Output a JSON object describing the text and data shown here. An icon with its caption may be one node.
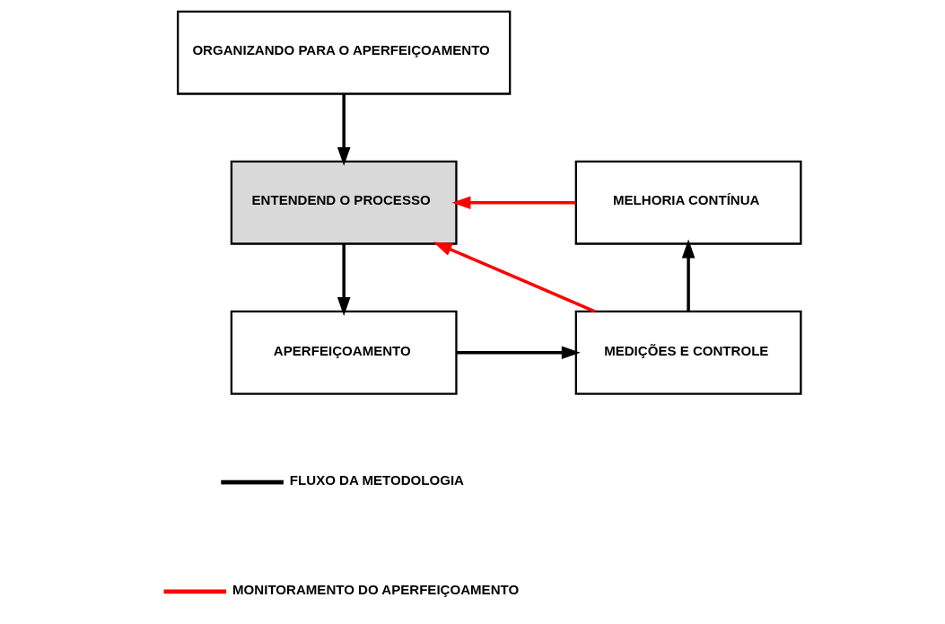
{
  "diagram": {
    "nodes": [
      {
        "text": [
          "ORGANIZANDO PARA O APERFEIÇOAMENTO"
        ]
      },
      {
        "text": [
          "ENTENDEND O PROCESSO"
        ]
      },
      {
        "text": [
          "MELHORIA CONTÍNUA"
        ]
      },
      {
        "text": [
          "APERFEIÇOAMENTO"
        ]
      },
      {
        "text": [
          "MEDIÇÕES E CONTROLE"
        ]
      }
    ],
    "edges": [
      {
        "from": 0,
        "to": 1,
        "arrow": "to"
      },
      {
        "from": 2,
        "to": 1,
        "arrow": "to",
        "color": "#ff0000"
      },
      {
        "from": 1,
        "to": 3,
        "arrow": "to"
      },
      {
        "from": 3,
        "to": 4,
        "arrow": "to"
      },
      {
        "from": 4,
        "to": 1,
        "arrow": "to",
        "color": "#ff0000"
      },
      {
        "from": 4,
        "to": 2,
        "arrow": "to"
      }
    ],
    "legend": [
      {
        "text": "FLUXO DA METODOLOGIA"
      },
      {
        "text": "MONITORAMENTO DO APERFEIÇOAMENTO"
      }
    ]
  }
}
